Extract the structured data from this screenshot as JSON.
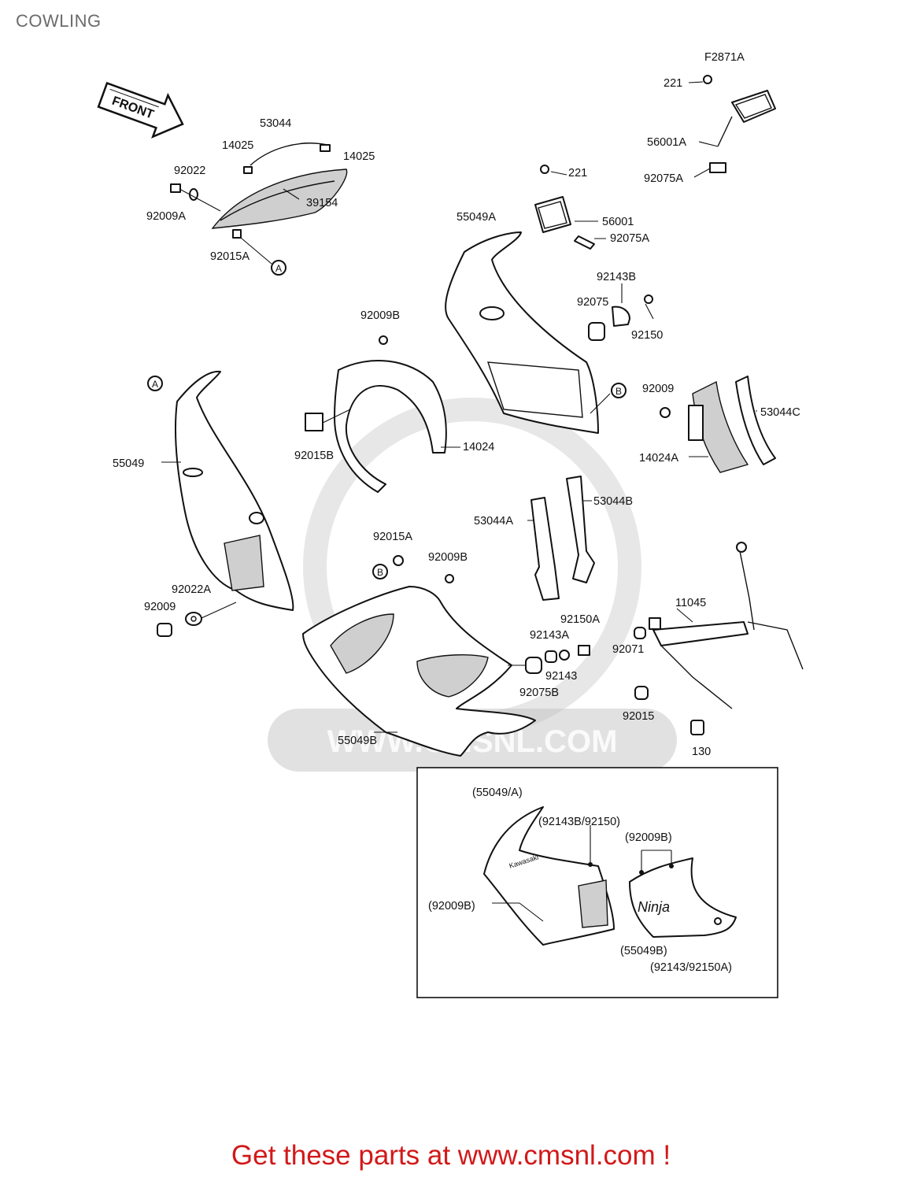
{
  "page": {
    "title": "COWLING",
    "diagram_code": "F2871A",
    "front_label": "FRONT"
  },
  "footer": {
    "promo_text": "Get these parts at www.cmsnl.com !"
  },
  "watermark": {
    "text": "WWW.CMSNL.COM"
  },
  "callouts": {
    "a_screen": "A",
    "a_cowl": "A",
    "b_upper": "B",
    "b_lower": "B"
  },
  "labels": {
    "p53044": "53044",
    "p14025_l": "14025",
    "p14025_r": "14025",
    "p92022": "92022",
    "p92009A": "92009A",
    "p39154": "39154",
    "p92015A_top": "92015A",
    "p221_top": "221",
    "p56001A": "56001A",
    "p92075A_top": "92075A",
    "p221_mid": "221",
    "p55049A": "55049A",
    "p56001": "56001",
    "p92075A_mid": "92075A",
    "p92143B": "92143B",
    "p92075": "92075",
    "p92150": "92150",
    "p92009B_top": "92009B",
    "p92015B": "92015B",
    "p14024": "14024",
    "p55049": "55049",
    "p92009_r": "92009",
    "p53044C": "53044C",
    "p14024A": "14024A",
    "p53044B": "53044B",
    "p53044A": "53044A",
    "p92015A_mid": "92015A",
    "p92009B_mid": "92009B",
    "p92022A": "92022A",
    "p92009_l": "92009",
    "p11045": "11045",
    "p92150A": "92150A",
    "p92143A": "92143A",
    "p92143": "92143",
    "p92071": "92071",
    "p92075B": "92075B",
    "p92015": "92015",
    "p130": "130",
    "p55049B": "55049B"
  },
  "inset": {
    "l55049A": "(55049/A)",
    "l92143B_92150": "(92143B/92150)",
    "l92009B_r": "(92009B)",
    "l92009B_l": "(92009B)",
    "l55049B": "(55049B)",
    "l92143_92150A": "(92143/92150A)",
    "badge_brand": "Kawasaki",
    "badge_model": "Ninja"
  }
}
